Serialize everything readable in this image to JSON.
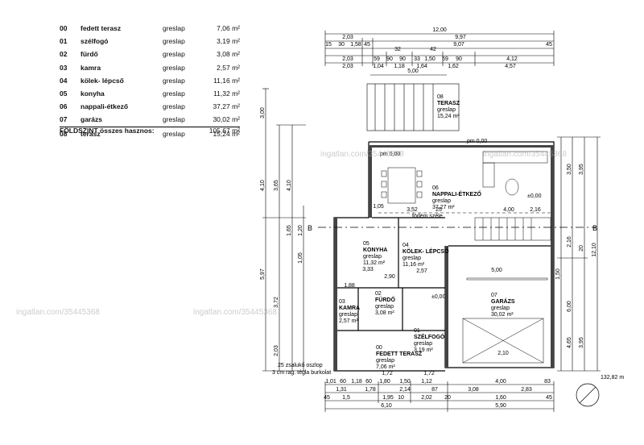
{
  "rooms": [
    {
      "num": "00",
      "name": "fedett terasz",
      "material": "greslap",
      "area": "7,06 m²"
    },
    {
      "num": "01",
      "name": "szélfogó",
      "material": "greslap",
      "area": "3,19 m²"
    },
    {
      "num": "02",
      "name": "fürdő",
      "material": "greslap",
      "area": "3,08 m²"
    },
    {
      "num": "03",
      "name": "kamra",
      "material": "greslap",
      "area": "2,57 m²"
    },
    {
      "num": "04",
      "name": "kölek- lépcső",
      "material": "greslap",
      "area": "11,16 m²"
    },
    {
      "num": "05",
      "name": "konyha",
      "material": "greslap",
      "area": "11,32 m²"
    },
    {
      "num": "06",
      "name": "nappali-étkező",
      "material": "greslap",
      "area": "37,27 m²"
    },
    {
      "num": "07",
      "name": "garázs",
      "material": "greslap",
      "area": "30,02 m²"
    },
    {
      "num": "08",
      "name": "terasz",
      "material": "greslap",
      "area": "15,24 m²"
    }
  ],
  "total": {
    "label": "FÖLDSZINT összes hasznos:",
    "value": "105,67 m²"
  },
  "watermark": "ingatlan.com/35445368",
  "plan_labels": {
    "r08": [
      "08",
      "TERASZ",
      "greslap",
      "15,24 m²"
    ],
    "r06": [
      "06",
      "NAPPALI-ÉTKEZŐ",
      "greslap",
      "37,27 m²"
    ],
    "r05": [
      "05",
      "KONYHA",
      "greslap",
      "11,32 m²"
    ],
    "r04": [
      "04",
      "KÖLEK- LÉPCSŐ",
      "greslap",
      "11,16 m²"
    ],
    "r07": [
      "07",
      "GARÁZS",
      "greslap",
      "30,02 m²"
    ],
    "r03": [
      "03",
      "KAMRA",
      "greslap",
      "2,57 m²"
    ],
    "r02": [
      "02",
      "FÜRDŐ",
      "greslap",
      "3,08 m²"
    ],
    "r01": [
      "01",
      "SZÉLFOGÓ",
      "greslap",
      "3,19 m²"
    ],
    "r00": [
      "00",
      "FEDETT TERASZ",
      "greslap",
      "7,06 m²"
    ]
  },
  "notes": {
    "pillar": "25 zsalukő oszlop",
    "cladding": "3 cm rag. tégla burkolat",
    "slab_edge": "födém széle",
    "site_area": "132,82 m",
    "section_mark": "B",
    "level_000": "±0,00",
    "level_pm": "pm 0,00"
  },
  "dims_top": {
    "total": "12,00",
    "row1": [
      "2,03",
      "9,97"
    ],
    "row2": [
      "15",
      "30",
      "1,58",
      "45",
      "9,07",
      "45"
    ],
    "row3": [
      "32",
      "42"
    ],
    "row4": [
      "2,03",
      "59",
      "90",
      "90",
      "33",
      "1,50",
      "59",
      "90",
      "4,12"
    ],
    "row5": [
      "2,03",
      "1,04",
      "1,18",
      "1,64",
      "1,62",
      "4,57"
    ],
    "row6": [
      "5,00"
    ]
  },
  "dims_bottom": {
    "row1": [
      "1,01",
      "60",
      "1,18",
      "60",
      "1,80",
      "1,50",
      "1,12",
      "4,00",
      "83"
    ],
    "row2": [
      "1,31",
      "1,78",
      "2,14",
      "87",
      "3,08",
      "2,83"
    ],
    "row3": [
      "45",
      "1,5",
      "1,95",
      "10",
      "2,02",
      "20",
      "1,60",
      "45"
    ],
    "row4": [
      "6,10",
      "5,90"
    ]
  },
  "dims_left": [
    "3,00",
    "4,10",
    "3,65",
    "4,10",
    "1,65",
    "1,20",
    "1,05",
    "5,97",
    "3,72",
    "2,03"
  ],
  "dims_right": [
    "3,50",
    "3,95",
    "2,16",
    "20",
    "12,10",
    "1,50",
    "6,00",
    "4,65",
    "3,95"
  ],
  "dims_inner": [
    "1,05",
    "3,52",
    "25",
    "4,00",
    "2,16",
    "3,33",
    "2,90",
    "2,57",
    "5,00",
    "1,88",
    "1,72",
    "1,72",
    "2,10"
  ]
}
